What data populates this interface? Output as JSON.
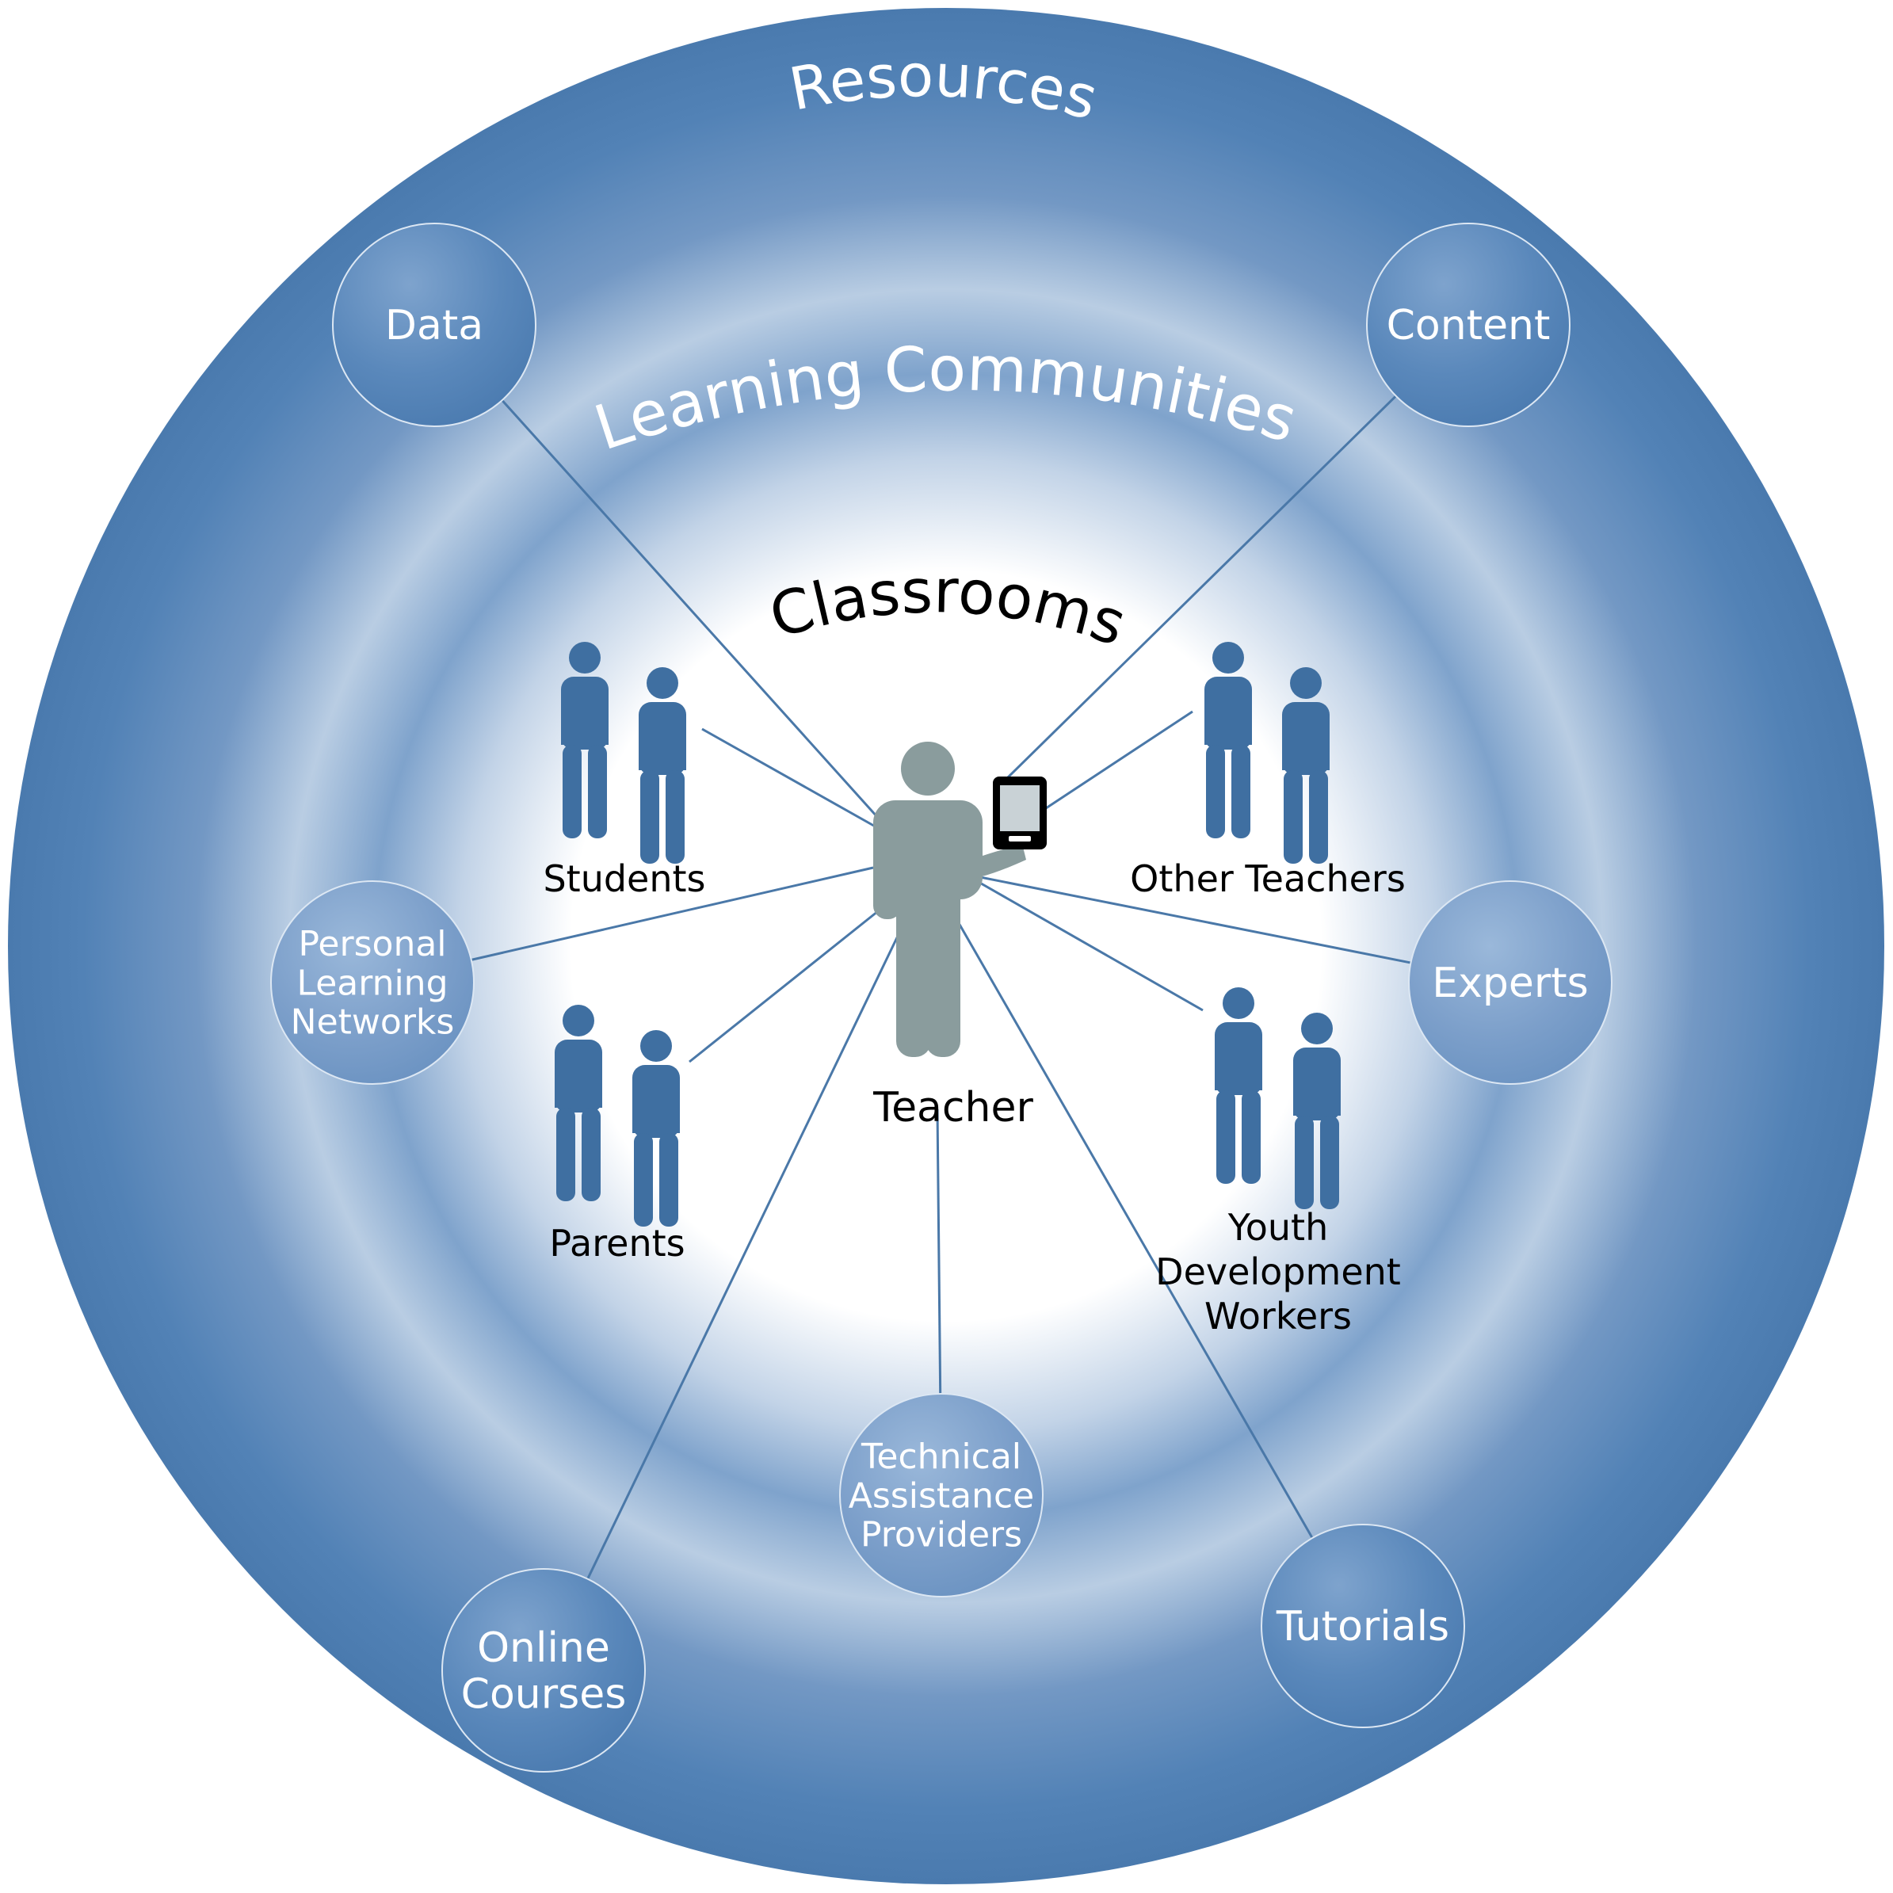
{
  "rings": {
    "outer_label": "Resources",
    "middle_label": "Learning Communities",
    "inner_label": "Classrooms"
  },
  "center": {
    "label": "Teacher"
  },
  "groups": [
    {
      "id": "students",
      "lines": [
        "Students"
      ]
    },
    {
      "id": "other-teachers",
      "lines": [
        "Other Teachers"
      ]
    },
    {
      "id": "parents",
      "lines": [
        "Parents"
      ]
    },
    {
      "id": "youth-development-workers",
      "lines": [
        "Youth",
        "Development",
        "Workers"
      ]
    }
  ],
  "resources": [
    {
      "id": "data",
      "lines": [
        "Data"
      ]
    },
    {
      "id": "content",
      "lines": [
        "Content"
      ]
    },
    {
      "id": "personal-learning-networks",
      "lines": [
        "Personal",
        "Learning",
        "Networks"
      ]
    },
    {
      "id": "experts",
      "lines": [
        "Experts"
      ]
    },
    {
      "id": "technical-assistance-providers",
      "lines": [
        "Technical",
        "Assistance",
        "Providers"
      ]
    },
    {
      "id": "online-courses",
      "lines": [
        "Online",
        "Courses"
      ]
    },
    {
      "id": "tutorials",
      "lines": [
        "Tutorials"
      ]
    }
  ],
  "colors": {
    "ring_outer": "#4f7fb2",
    "ring_mid": "#b7cbe2",
    "figure": "#3f6fa1",
    "teacher": "#8a9c9d",
    "line": "#4a78a8",
    "bubble_stroke": "#dce7f3"
  }
}
